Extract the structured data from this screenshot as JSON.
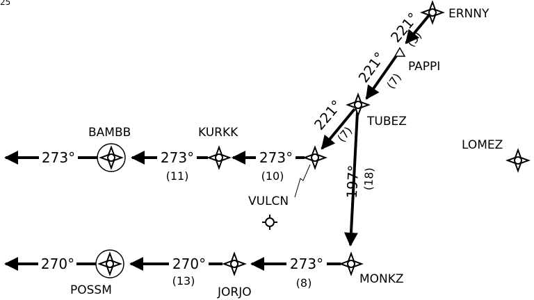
{
  "corner_text": "25",
  "waypoints": {
    "ernny": "ERNNY",
    "pappi": "PAPPI",
    "tubez": "TUBEZ",
    "lomez": "LOMEZ",
    "bambb": "BAMBB",
    "kurkk": "KURKK",
    "vulcn": "VULCN",
    "possm": "POSSM",
    "jorjo": "JORJO",
    "monkz": "MONKZ"
  },
  "legs": {
    "ernny_pappi": {
      "course": "221°",
      "distance": "(5)"
    },
    "pappi_tubez": {
      "course": "221°",
      "distance": "(7)"
    },
    "tubez_vulcn_fix": {
      "course": "221°",
      "distance": "(7)"
    },
    "tubez_monkz": {
      "course": "197°",
      "distance": "(18)"
    },
    "vulcn_fix_kurkk": {
      "course": "273°",
      "distance": "(10)"
    },
    "kurkk_bambb": {
      "course": "273°",
      "distance": "(11)"
    },
    "bambb_west": {
      "course": "273°"
    },
    "monkz_jorjo": {
      "course": "273°",
      "distance": "(8)"
    },
    "jorjo_possm": {
      "course": "270°",
      "distance": "(13)"
    },
    "possm_west": {
      "course": "270°"
    }
  },
  "colors": {
    "ink": "#000000",
    "background": "#ffffff"
  },
  "icons": {
    "fix": "four-point-star-fix-icon",
    "vor": "circled-star-vor-icon",
    "triangle": "triangle-waypoint-icon",
    "ndb": "circle-crosshair-icon"
  }
}
